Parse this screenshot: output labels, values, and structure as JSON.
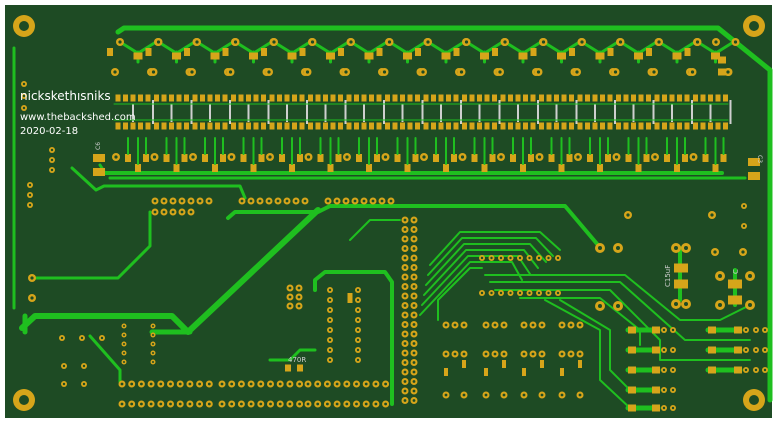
{
  "board": {
    "author": "nickskethısniks",
    "website": "www.thebackshed.com",
    "date": "2020-02-18",
    "labels": {
      "resistor": "470R",
      "cap_c5uf": "C15uF",
      "cap_c": "C",
      "cap_left": "C6",
      "cap_right": "C3"
    }
  },
  "colors": {
    "frame": "#ffffff",
    "substrate": "#1e4b24",
    "copper": "#1fbf1f",
    "pad": "#d6a51a",
    "hole": "#1e4b24",
    "silk": "#ffffff"
  }
}
